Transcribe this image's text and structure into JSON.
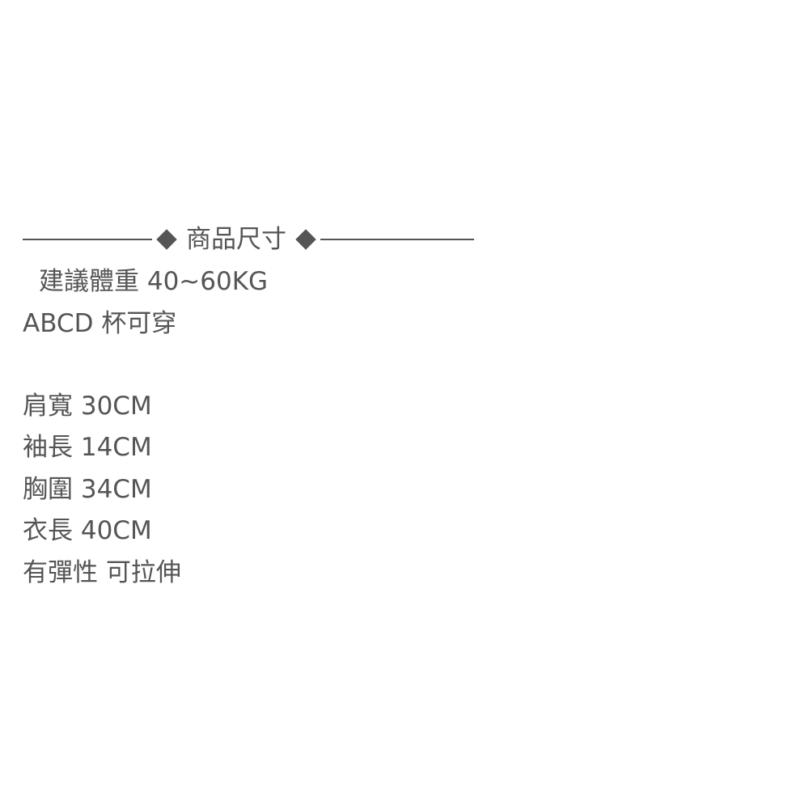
{
  "section": {
    "title": "商品尺寸",
    "divider_glyph": "diamond",
    "color": "#555555"
  },
  "intro": {
    "weight": "建議體重 40~60KG",
    "cup": "ABCD 杯可穿"
  },
  "measurements": [
    {
      "text": "肩寬 30CM"
    },
    {
      "text": "袖長 14CM"
    },
    {
      "text": "胸圍 34CM"
    },
    {
      "text": "衣長 40CM"
    }
  ],
  "note": "有彈性 可拉伸"
}
